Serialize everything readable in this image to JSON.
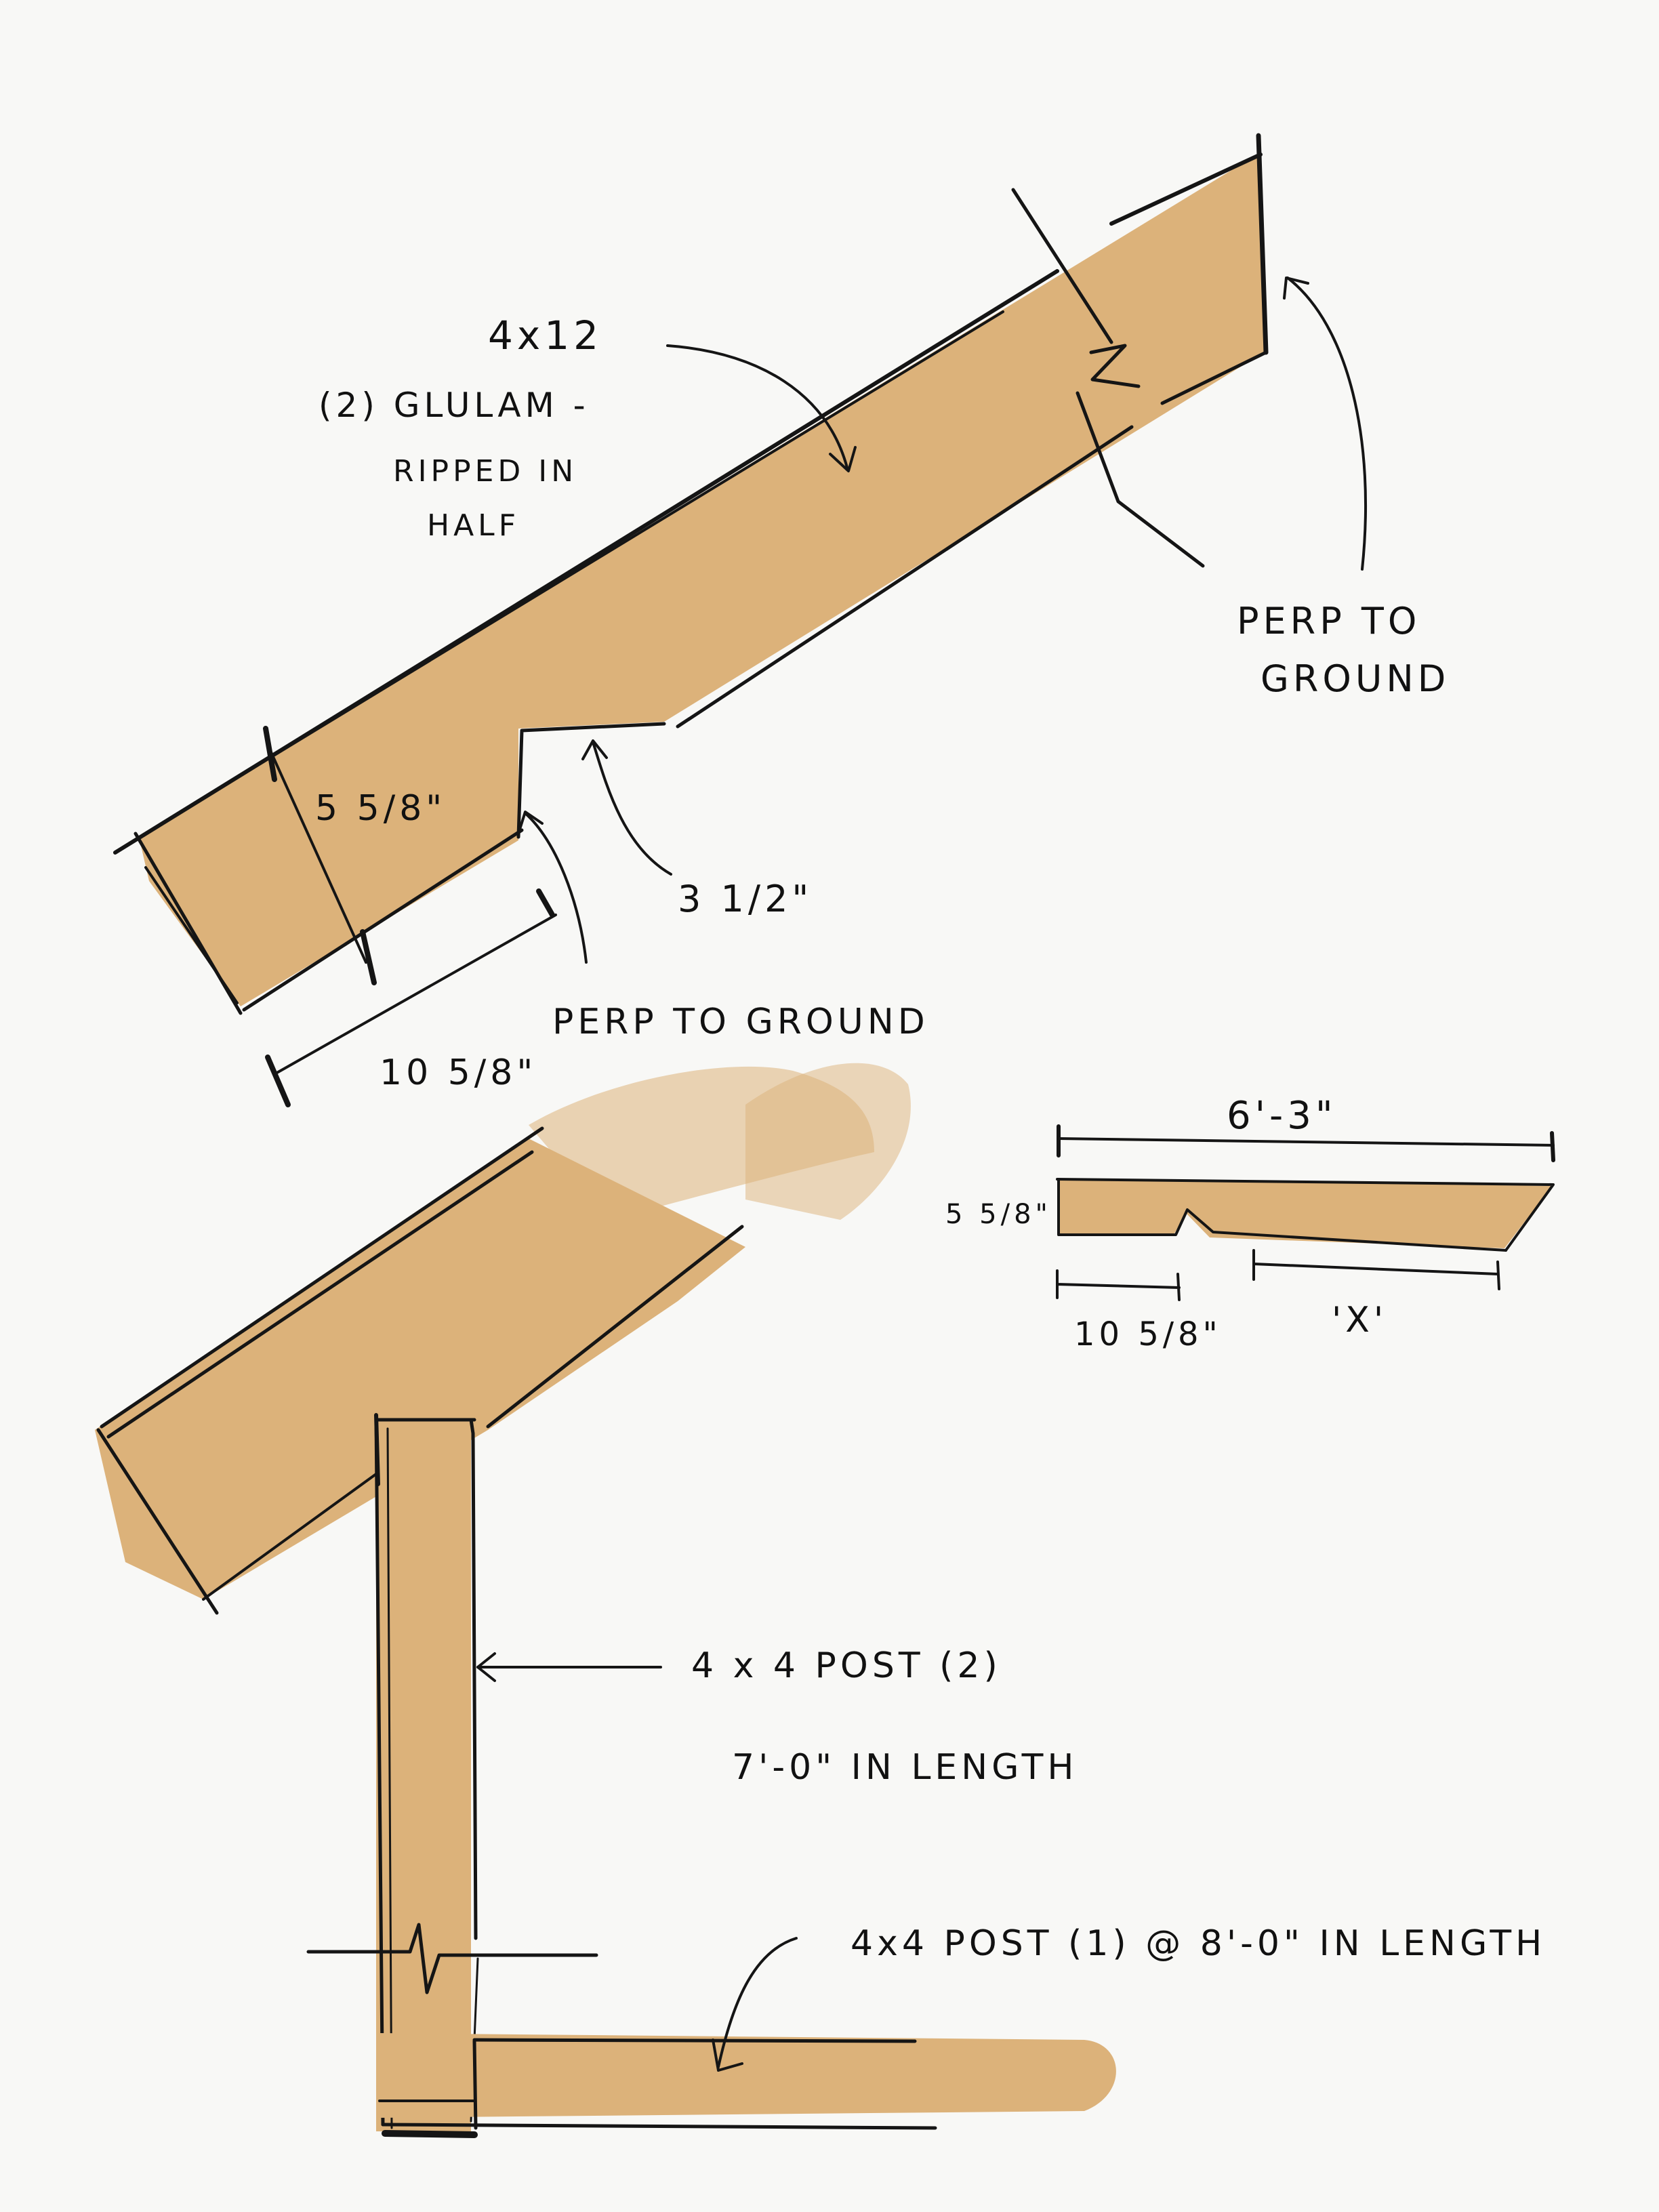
{
  "colors": {
    "wood": "#dcb27a",
    "ink": "#151515",
    "paper": "#f8f8f6"
  },
  "rafter": {
    "stock_label": "4x12",
    "glulam_line1": "(2) GLULAM -",
    "glulam_line2": "RIPPED IN",
    "glulam_line3": "HALF",
    "perp_top_line1": "PERP TO",
    "perp_top_line2": "GROUND",
    "depth_dim": "5 5/8\"",
    "notch_dim": "3 1/2\"",
    "seat_dim": "10 5/8\"",
    "perp_seat": "PERP TO GROUND"
  },
  "cut_detail": {
    "length_dim": "6'-3\"",
    "depth_dim": "5 5/8\"",
    "seat_dim": "10 5/8\"",
    "x_dim": "'X'"
  },
  "posts": {
    "post_a_line1": "4 x 4  POST (2)",
    "post_a_line2": "7'-0\"  IN LENGTH",
    "post_b": "4x4  POST (1) @  8'-0\"  IN LENGTH"
  }
}
